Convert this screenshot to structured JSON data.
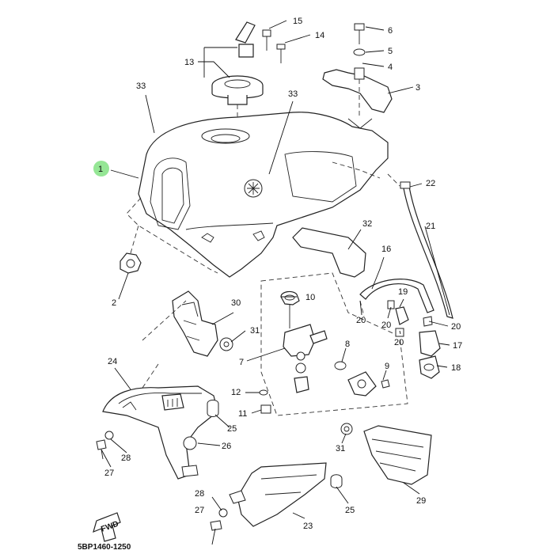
{
  "diagram": {
    "code": "5BP1460-1250",
    "fwd_label": "FWD",
    "highlight_color": "#7be07b",
    "callouts": [
      {
        "id": "c1",
        "label": "1",
        "highlight": true
      },
      {
        "id": "c2",
        "label": "2"
      },
      {
        "id": "c3",
        "label": "3"
      },
      {
        "id": "c4",
        "label": "4"
      },
      {
        "id": "c5",
        "label": "5"
      },
      {
        "id": "c6",
        "label": "6"
      },
      {
        "id": "c7",
        "label": "7"
      },
      {
        "id": "c8",
        "label": "8"
      },
      {
        "id": "c9",
        "label": "9"
      },
      {
        "id": "c10",
        "label": "10"
      },
      {
        "id": "c11",
        "label": "11"
      },
      {
        "id": "c12",
        "label": "12"
      },
      {
        "id": "c13",
        "label": "13"
      },
      {
        "id": "c14",
        "label": "14"
      },
      {
        "id": "c15",
        "label": "15"
      },
      {
        "id": "c16",
        "label": "16"
      },
      {
        "id": "c17",
        "label": "17"
      },
      {
        "id": "c18",
        "label": "18"
      },
      {
        "id": "c19",
        "label": "19"
      },
      {
        "id": "c20a",
        "label": "20"
      },
      {
        "id": "c20b",
        "label": "20"
      },
      {
        "id": "c20c",
        "label": "20"
      },
      {
        "id": "c20d",
        "label": "20"
      },
      {
        "id": "c21",
        "label": "21"
      },
      {
        "id": "c22",
        "label": "22"
      },
      {
        "id": "c23",
        "label": "23"
      },
      {
        "id": "c24",
        "label": "24"
      },
      {
        "id": "c25a",
        "label": "25"
      },
      {
        "id": "c25b",
        "label": "25"
      },
      {
        "id": "c26",
        "label": "26"
      },
      {
        "id": "c27a",
        "label": "27"
      },
      {
        "id": "c27b",
        "label": "27"
      },
      {
        "id": "c28a",
        "label": "28"
      },
      {
        "id": "c28b",
        "label": "28"
      },
      {
        "id": "c29",
        "label": "29"
      },
      {
        "id": "c30",
        "label": "30"
      },
      {
        "id": "c31a",
        "label": "31"
      },
      {
        "id": "c31b",
        "label": "31"
      },
      {
        "id": "c32",
        "label": "32"
      },
      {
        "id": "c33a",
        "label": "33"
      },
      {
        "id": "c33b",
        "label": "33"
      }
    ]
  }
}
